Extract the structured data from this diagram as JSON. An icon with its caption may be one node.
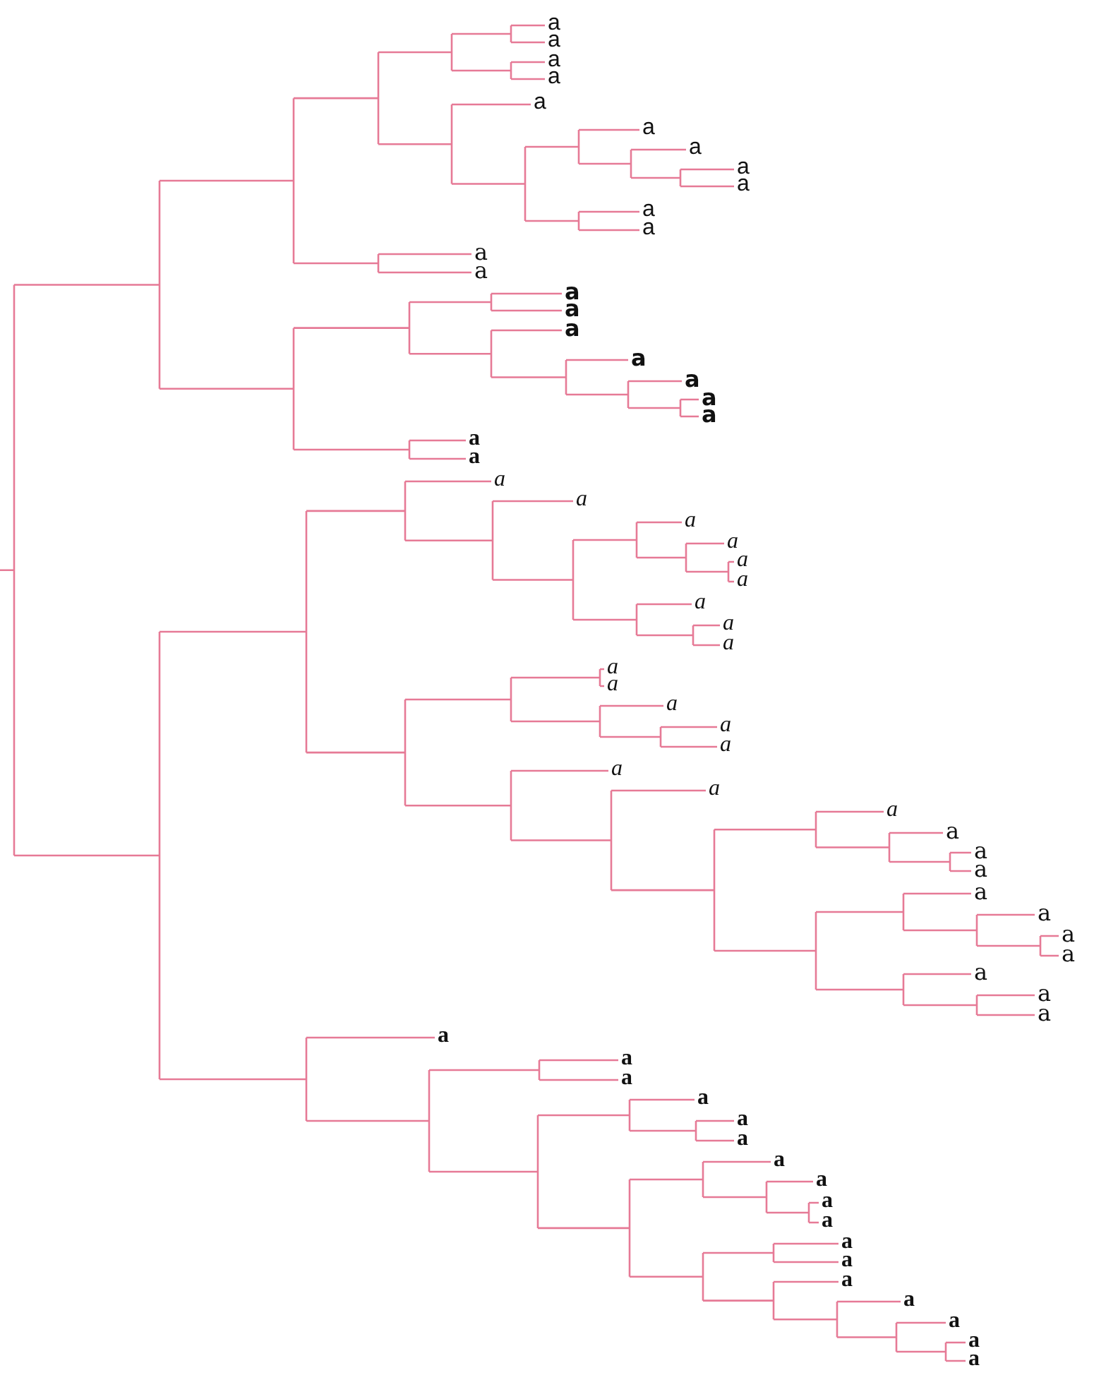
{
  "diagram": {
    "labels": [
      "a",
      "a",
      "a",
      "a",
      "a",
      "a",
      "a",
      "a",
      "a",
      "a",
      "a",
      "a",
      "a",
      "a",
      "a",
      "a",
      "a",
      "a",
      "a",
      "a",
      "a",
      "a",
      "a",
      "a",
      "a",
      "a",
      "a",
      "a",
      "a",
      "a",
      "a",
      "a",
      "a",
      "a",
      "a",
      "a",
      "a",
      "a",
      "a",
      "a",
      "a",
      "a",
      "a",
      "a",
      "a",
      "a",
      "a",
      "a",
      "a",
      "a",
      "a",
      "a",
      "a",
      "a",
      "a",
      "a",
      "a",
      "a",
      "a",
      "a",
      "a",
      "a",
      "a",
      "a",
      "a",
      "a"
    ]
  }
}
